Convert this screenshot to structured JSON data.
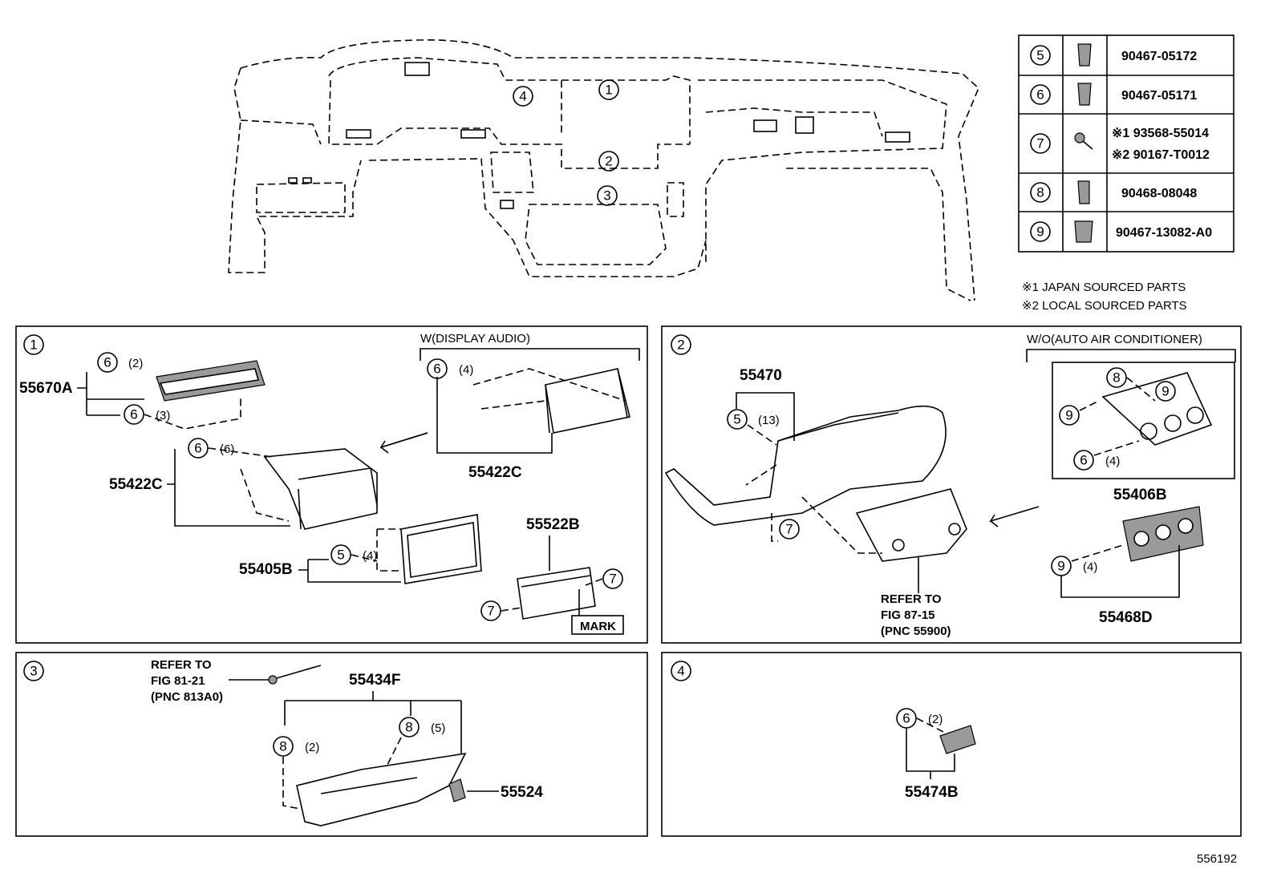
{
  "parts_table": [
    {
      "circle": "5",
      "icon": "clip-icon",
      "part_no": "90467-05172"
    },
    {
      "circle": "6",
      "icon": "clip-icon",
      "part_no": "90467-05171"
    },
    {
      "circle": "7",
      "icon": "screw-icon",
      "part_no_1": "※1 93568-55014",
      "part_no_2": "※2 90167-T0012"
    },
    {
      "circle": "8",
      "icon": "clip-icon",
      "part_no": "90468-08048"
    },
    {
      "circle": "9",
      "icon": "clip-icon",
      "part_no": "90467-13082-A0"
    }
  ],
  "notes": [
    "※1 JAPAN SOURCED PARTS",
    "※2 LOCAL SOURCED PARTS"
  ],
  "overview": {
    "callouts": [
      "1",
      "2",
      "3",
      "4"
    ]
  },
  "panel1": {
    "id": "1",
    "variant_label": "W(DISPLAY AUDIO)",
    "parts": {
      "p55670A": "55670A",
      "p55422C_a": "55422C",
      "p55422C_b": "55422C",
      "p55405B": "55405B",
      "p55522B": "55522B"
    },
    "qty": {
      "q2": "(2)",
      "q3": "(3)",
      "q6": "(6)",
      "q4a": "(4)",
      "q4b": "(4)"
    },
    "mark_label": "MARK"
  },
  "panel2": {
    "id": "2",
    "variant_label": "W/O(AUTO AIR CONDITIONER)",
    "parts": {
      "p55470": "55470",
      "p55406B": "55406B",
      "p55468D": "55468D"
    },
    "qty": {
      "q13": "(13)",
      "q4a": "(4)",
      "q4b": "(4)"
    },
    "refer": [
      "REFER TO",
      "FIG 87-15",
      "(PNC 55900)"
    ]
  },
  "panel3": {
    "id": "3",
    "parts": {
      "p55434F": "55434F",
      "p55524": "55524"
    },
    "qty": {
      "q2": "(2)",
      "q5": "(5)"
    },
    "refer": [
      "REFER TO",
      "FIG 81-21",
      "(PNC 813A0)"
    ]
  },
  "panel4": {
    "id": "4",
    "parts": {
      "p55474B": "55474B"
    },
    "qty": {
      "q2": "(2)"
    }
  },
  "figure_number": "556192"
}
